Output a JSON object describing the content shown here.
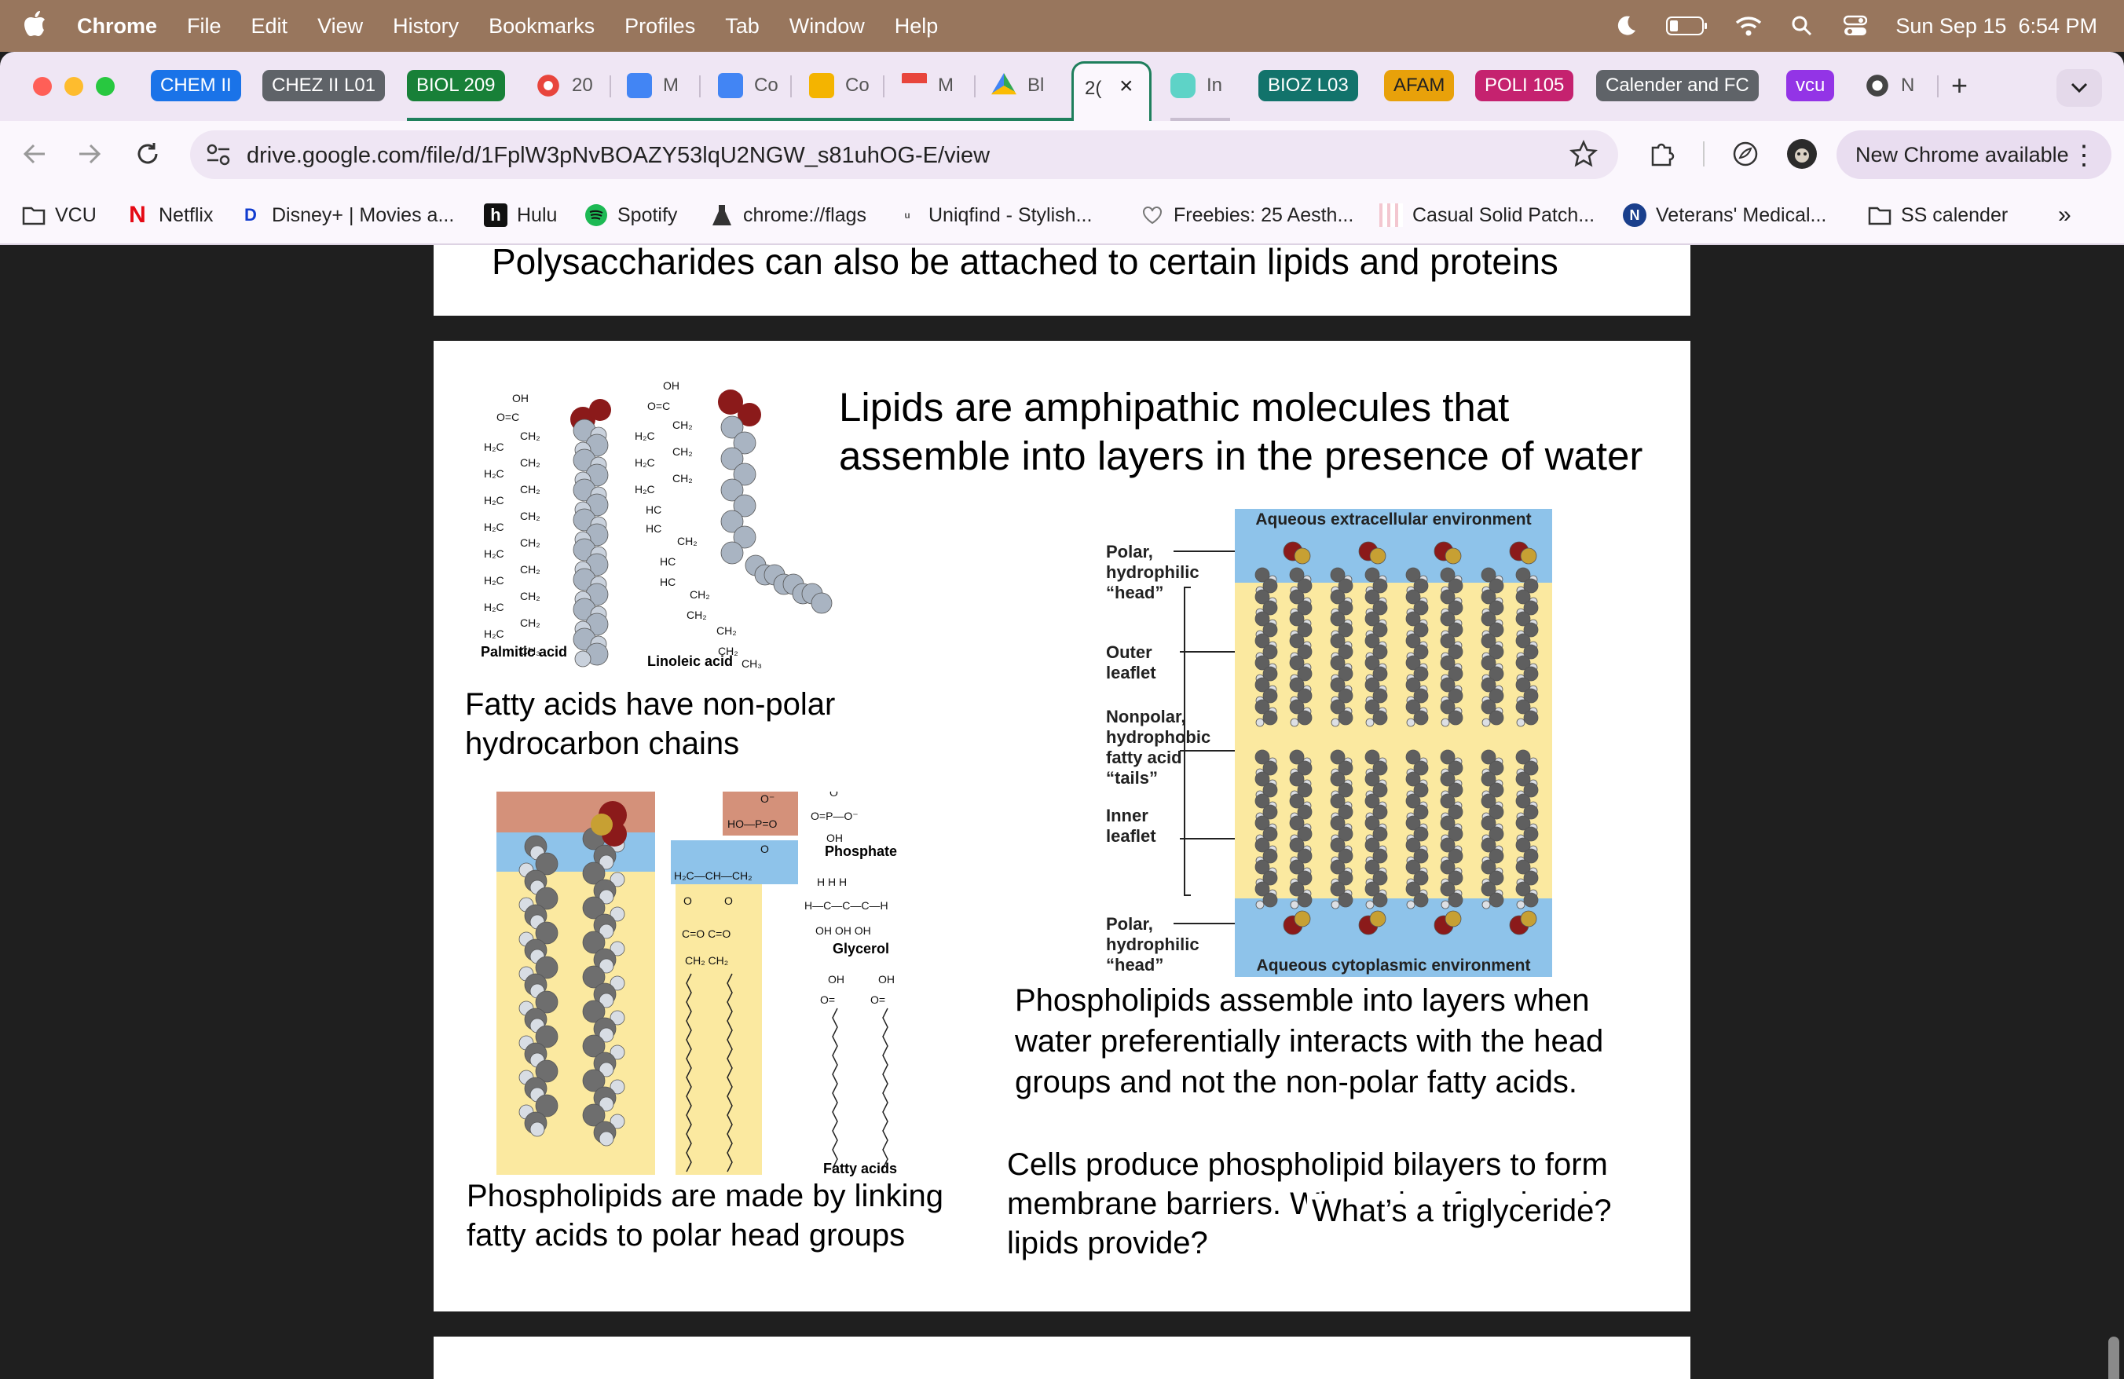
{
  "menubar": {
    "app": "Chrome",
    "items": [
      "File",
      "Edit",
      "View",
      "History",
      "Bookmarks",
      "Profiles",
      "Tab",
      "Window",
      "Help"
    ],
    "clock": "Sun Sep 15  6:54 PM"
  },
  "tabs": {
    "groups": [
      {
        "label": "CHEM II",
        "color": "#1a73e8"
      },
      {
        "label": "CHEZ II L01",
        "color": "#5f6368"
      },
      {
        "label": "BIOL 209",
        "color": "#188038"
      },
      {
        "label": "BIOZ L03",
        "color": "#12736b"
      },
      {
        "label": "AFAM",
        "color": "#e8a10a"
      },
      {
        "label": "POLI 105",
        "color": "#c5226f"
      },
      {
        "label": "Calender and FC",
        "color": "#5f6368"
      },
      {
        "label": "vcu",
        "color": "#9334e6"
      }
    ],
    "sites": [
      "20",
      "M",
      "Co",
      "Co",
      "M",
      "Bl",
      "In",
      "N"
    ],
    "active_title": "2(",
    "new_tab": "+"
  },
  "toolbar": {
    "url": "drive.google.com/file/d/1FplW3pNvBOAZY53lqU2NGW_s81uhOG-E/view",
    "update_label": "New Chrome available"
  },
  "bookmarks": [
    {
      "label": "VCU",
      "icon": "folder-icon"
    },
    {
      "label": "Netflix",
      "icon": "N"
    },
    {
      "label": "Disney+ | Movies a...",
      "icon": "D"
    },
    {
      "label": "Hulu",
      "icon": "h"
    },
    {
      "label": "Spotify",
      "icon": "spotify-icon"
    },
    {
      "label": "chrome://flags",
      "icon": "flask-icon"
    },
    {
      "label": "Uniqfind - Stylish...",
      "icon": "u"
    },
    {
      "label": "Freebies: 25 Aesth...",
      "icon": "heart-icon"
    },
    {
      "label": "Casual Solid Patch...",
      "icon": "plaid-icon"
    },
    {
      "label": "Veterans' Medical...",
      "icon": "N"
    },
    {
      "label": "SS calender",
      "icon": "folder-icon"
    }
  ],
  "slide_prev": {
    "text": "Polysaccharides can also be attached to certain lipids and  proteins"
  },
  "slide": {
    "title": "Lipids are amphipathic molecules that assemble into layers in the presence of water",
    "fatty_caption": "Fatty acids have non-polar hydrocarbon chains",
    "phospholipid_caption": "Phospholipids are made by linking fatty acids to polar head groups",
    "assemble_caption": "Phospholipids assemble into layers when water preferentially interacts with the head groups and not the non-polar fatty acids.",
    "cells_caption": "Cells produce phospholipid bilayers to form membrane barriers. What other function do lipids provide?",
    "question": "What’s a triglyceride?",
    "palmitic_label": "Palmitic acid",
    "linoleic_label": "Linoleic acid",
    "phosphate_label": "Phosphate",
    "glycerol_label": "Glycerol",
    "fatty_acids_label": "Fatty acids",
    "bilayer": {
      "top_env": "Aqueous extracellular environment",
      "bottom_env": "Aqueous cytoplasmic environment",
      "polar_head_top": "Polar, hydrophilic “head”",
      "outer_leaflet": "Outer leaflet",
      "nonpolar_tails": "Nonpolar, hydrophobic fatty acid “tails”",
      "inner_leaflet": "Inner leaflet",
      "polar_head_bottom": "Polar, hydrophilic “head”"
    }
  }
}
